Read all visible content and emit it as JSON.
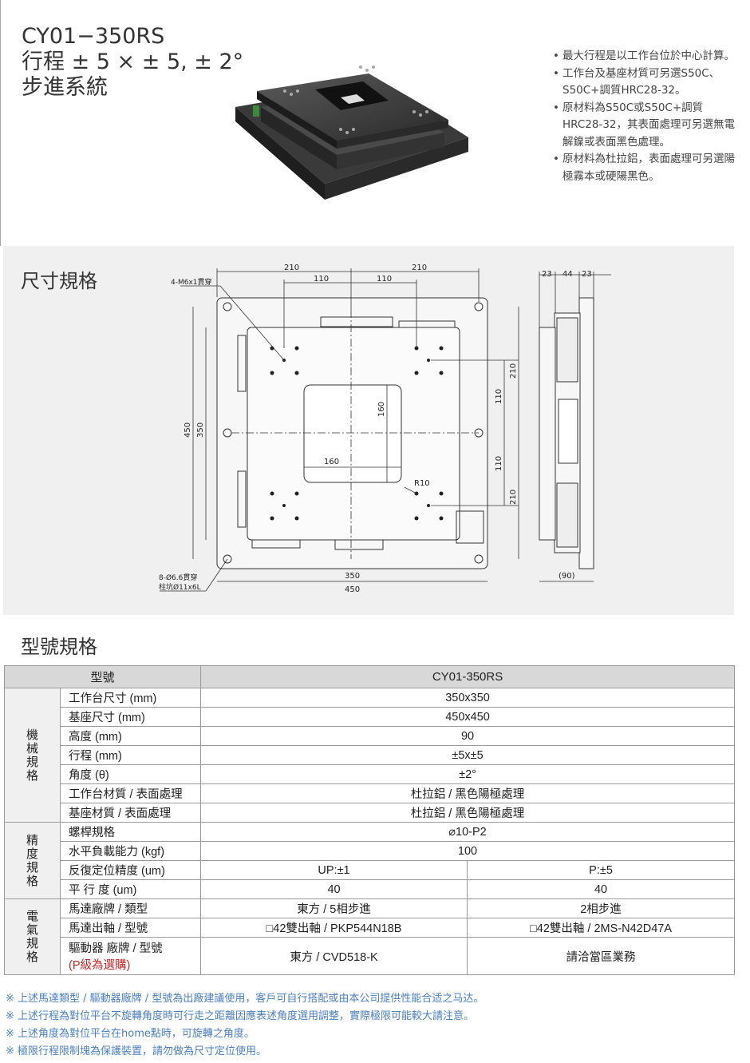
{
  "header": {
    "model": "CY01−350RS",
    "travel": "行程 ± 5 ×  ± 5, ± 2°",
    "system": "步進系統",
    "notes": [
      "最大行程是以工作台位於中心計算。",
      "工作台及基座材質可另選S50C、S50C+調質HRC28-32。",
      "原材料為S50C或S50C+調質HRC28-32，其表面處理可另選無電解鎳或表面黑色處理。",
      "原材料為杜拉鋁，表面處理可另選陽極霧本或硬陽黑色。"
    ]
  },
  "dimensions": {
    "title": "尺寸規格",
    "labels": {
      "top_210_left": "210",
      "top_210_right": "210",
      "top_110_left": "110",
      "top_110_right": "110",
      "hole_note": "4-M6x1貫穿",
      "left_450": "450",
      "left_350": "350",
      "inner_160_h": "160",
      "inner_160_v": "160",
      "r10": "R10",
      "bottom_350": "350",
      "bottom_450": "450",
      "right_210_top": "210",
      "right_110_top": "110",
      "right_110_bottom": "110",
      "right_210_bottom": "210",
      "side_23_left": "23",
      "side_44": "44",
      "side_23_right": "23",
      "side_90": "(90)",
      "bottom_hole_note_1": "8-Ø6.6貫穿",
      "bottom_hole_note_2": "柱坑Ø11x6L"
    }
  },
  "spec": {
    "title": "型號規格",
    "model_header": "型號",
    "model_value": "CY01-350RS",
    "groups": [
      {
        "name": "機械規格",
        "rows": [
          {
            "label": "工作台尺寸 (mm)",
            "value": "350x350"
          },
          {
            "label": "基座尺寸 (mm)",
            "value": "450x450"
          },
          {
            "label": "高度 (mm)",
            "value": "90"
          },
          {
            "label": "行程 (mm)",
            "value": "±5x±5"
          },
          {
            "label": "角度 (θ)",
            "value": "±2°"
          },
          {
            "label": "工作台材質 / 表面處理",
            "value": "杜拉鋁 / 黑色陽極處理"
          },
          {
            "label": "基座材質 / 表面處理",
            "value": "杜拉鋁 / 黑色陽極處理"
          }
        ]
      },
      {
        "name": "精度規格",
        "rows": [
          {
            "label": "螺桿規格",
            "value": "⌀10-P2"
          },
          {
            "label": "水平負載能力 (kgf)",
            "value": "100"
          },
          {
            "label": "反復定位精度 (um)",
            "left": "UP:±1",
            "right": "P:±5"
          },
          {
            "label": "平 行 度 (um)",
            "left": "40",
            "right": "40"
          }
        ]
      },
      {
        "name": "電氣規格",
        "rows": [
          {
            "label": "馬達廠牌 / 類型",
            "left": "東方 / 5相步進",
            "right": "2相步進"
          },
          {
            "label": "馬達出軸 / 型號",
            "left": "□42雙出軸 / PKP544N18B",
            "right": "□42雙出軸 / 2MS-N42D47A"
          },
          {
            "label": "驅動器 廠牌 / 型號",
            "label_note": "(P級為選購)",
            "left": "東方 / CVD518-K",
            "right": "請洽當區業務"
          }
        ]
      }
    ]
  },
  "footnotes": [
    "※ 上述馬達類型 / 驅動器廠牌 / 型號為出廠建議使用，客戶可自行搭配或由本公司提供性能合适之马达。",
    "※ 上述行程為對位平台不旋轉角度時可行走之距離因應表述角度選用調整，實際極限可能較大請注意。",
    "※ 上述角度為對位平台在home點時，可旋轉之角度。",
    "※ 極限行程限制塊為保護裝置，請勿做為尺寸定位使用。"
  ]
}
